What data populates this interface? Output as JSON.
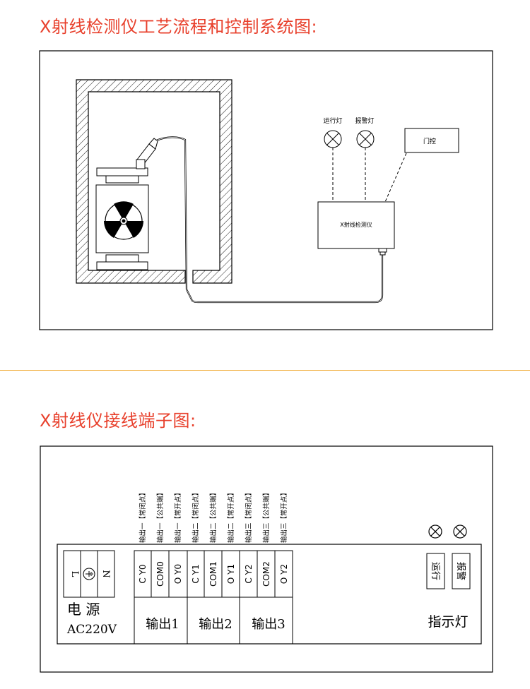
{
  "section1": {
    "title": "X射线检测仪工艺流程和控制系统图:",
    "lamp_run_label": "运行灯",
    "lamp_alarm_label": "报警灯",
    "door_label": "门控",
    "device_label": "X射线检测仪"
  },
  "section2": {
    "title": "X射线仪接线端子图:",
    "power": {
      "terminals": [
        "L",
        "N"
      ],
      "label": "电 源",
      "voltage": "AC220V"
    },
    "outputs": [
      {
        "label": "输出1",
        "terminals": [
          "C Y0",
          "COM0",
          "O Y0"
        ],
        "notes": [
          "输出一【常闭点】",
          "输出一【公共端】",
          "输出一【常开点】"
        ]
      },
      {
        "label": "输出2",
        "terminals": [
          "C Y1",
          "COM1",
          "O Y1"
        ],
        "notes": [
          "输出二【常闭点】",
          "输出二【公共端】",
          "输出二【常开点】"
        ]
      },
      {
        "label": "输出3",
        "terminals": [
          "C Y2",
          "COM2",
          "O Y2"
        ],
        "notes": [
          "输出三【常闭点】",
          "输出三【公共端】",
          "输出三【常开点】"
        ]
      }
    ],
    "indicator": {
      "label": "指示灯",
      "run": "运行",
      "alarm": "报警"
    }
  }
}
